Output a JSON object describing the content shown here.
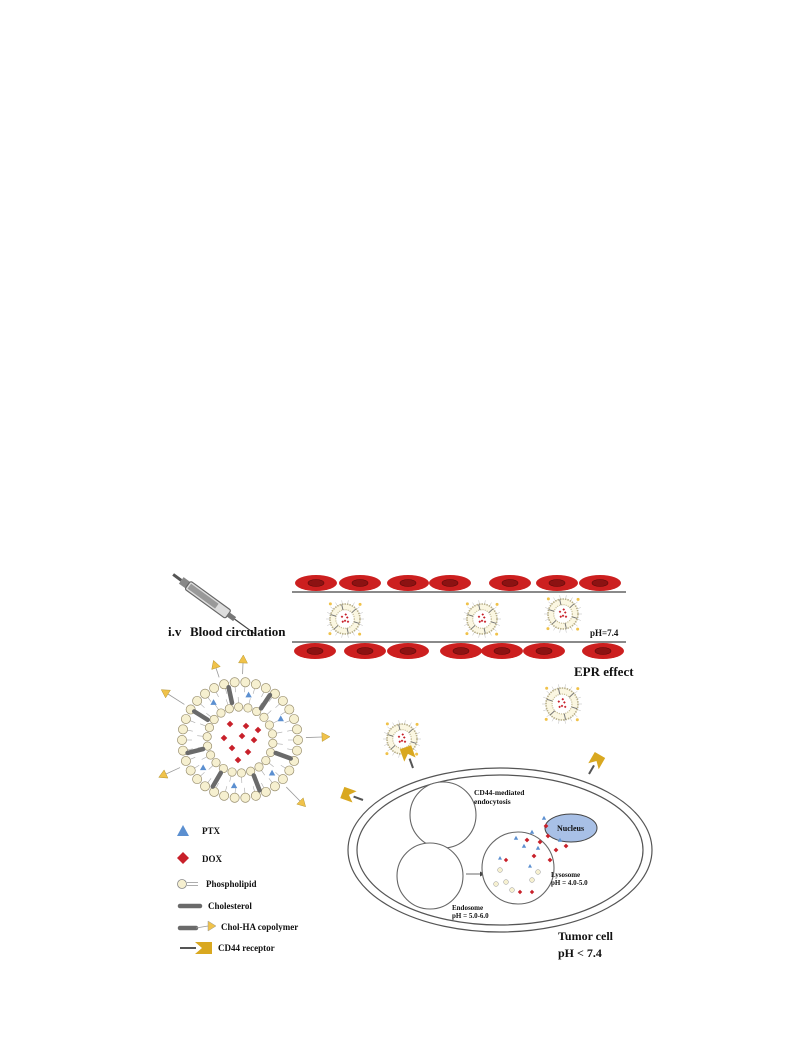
{
  "labels": {
    "iv": "i.v",
    "blood_circulation": "Blood circulation",
    "ph_blood": "pH=7.4",
    "epr": "EPR effect",
    "cd44_endocytosis_line1": "CD44-mediated",
    "cd44_endocytosis_line2": "endocytosis",
    "nucleus": "Nucleus",
    "lysosome": "Lysosome",
    "lysosome_ph": "pH = 4.0-5.0",
    "endosome": "Endosome",
    "endosome_ph": "pH = 5.0-6.0",
    "tumor_cell": "Tumor cell",
    "tumor_ph": "pH < 7.4"
  },
  "legend": [
    {
      "label": "PTX",
      "icon": "triangle-icon"
    },
    {
      "label": "DOX",
      "icon": "diamond-icon"
    },
    {
      "label": "Phospholipid",
      "icon": "phospholipid-icon"
    },
    {
      "label": "Cholesterol",
      "icon": "cholesterol-icon"
    },
    {
      "label": "Chol-HA copolymer",
      "icon": "chol-ha-icon"
    },
    {
      "label": "CD44 receptor",
      "icon": "cd44-receptor-icon"
    }
  ],
  "colors": {
    "rbc": "#cc1f1f",
    "rbc_core": "#8c1212",
    "dox": "#c8202a",
    "ptx": "#5b8fd0",
    "phospholipid": "#f6f0d0",
    "ha": "#f0c24a",
    "receptor": "#d9a820",
    "nucleus": "#a8c0e6",
    "chol": "#6a6a6a"
  }
}
